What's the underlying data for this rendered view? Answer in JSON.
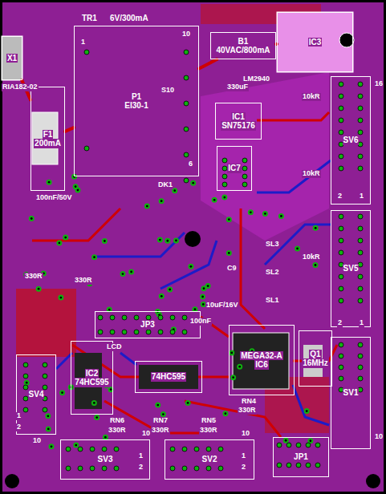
{
  "diagram": {
    "nodes": [
      {
        "text": [
          "X1"
        ]
      },
      {
        "text": [
          "F1",
          "200mA"
        ]
      },
      {
        "text": [
          "TR1",
          "6V/300mA",
          "P1",
          "EI30-1"
        ]
      },
      {
        "text": [
          "IC3"
        ]
      },
      {
        "text": [
          "B1",
          "40VAC/800mA"
        ]
      },
      {
        "text": [
          "IC1",
          "SN75176"
        ]
      },
      {
        "text": [
          "IC7"
        ]
      },
      {
        "text": [
          "SV6"
        ]
      },
      {
        "text": [
          "SV5"
        ]
      },
      {
        "text": [
          "SV1"
        ]
      },
      {
        "text": [
          "JP1"
        ]
      },
      {
        "text": [
          "SV2"
        ]
      },
      {
        "text": [
          "SV3"
        ]
      },
      {
        "text": [
          "SV4"
        ]
      },
      {
        "text": [
          "MEGA32-A",
          "IC6"
        ]
      },
      {
        "text": [
          "IC2",
          "74HC595"
        ]
      },
      {
        "text": [
          "74HC595"
        ]
      },
      {
        "text": [
          "JP3"
        ]
      },
      {
        "text": [
          "Q1",
          "16MHz"
        ]
      }
    ],
    "edges": [
      {
        "from": 0,
        "to": 1,
        "arrow": "none"
      },
      {
        "from": 1,
        "to": 2,
        "arrow": "none"
      },
      {
        "from": 2,
        "to": 4,
        "arrow": "none"
      },
      {
        "from": 4,
        "to": 3,
        "arrow": "none"
      }
    ],
    "labels": [
      "RIA182-02",
      "1",
      "10",
      "6",
      "S10",
      "100nF/50V",
      "DK1",
      "330R",
      "330R",
      "10kR",
      "10kR",
      "10kR",
      "SL3",
      "SL2",
      "SL1",
      "C9",
      "10uF/16V",
      "100nF",
      "330uF",
      "LM2940",
      "LCD",
      "RN6",
      "RN7",
      "RN5",
      "RN4",
      "330R",
      "330R",
      "330R",
      "330R",
      "16",
      "2",
      "1",
      "2",
      "1",
      "10",
      "10",
      "2",
      "1",
      "10",
      "2",
      "1",
      "10",
      "2",
      "1"
    ]
  }
}
